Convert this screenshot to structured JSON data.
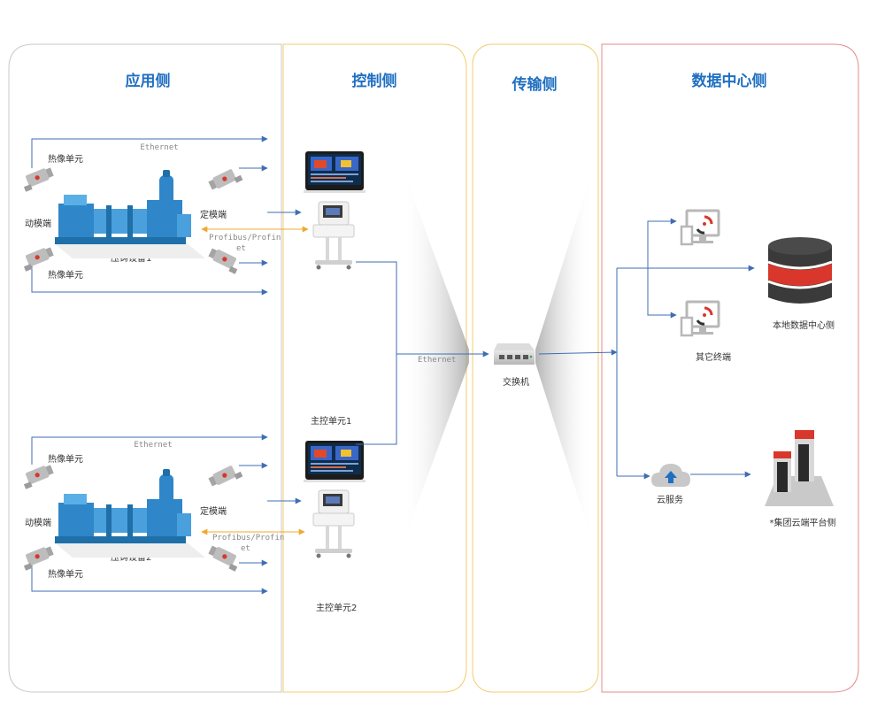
{
  "sections": {
    "app": "应用侧",
    "control": "控制侧",
    "transport": "传输侧",
    "datacenter": "数据中心侧"
  },
  "unit1": {
    "ethernet": "Ethernet",
    "thermal_top": "热像单元",
    "thermal_bottom": "热像单元",
    "moving_die": "动模端",
    "fixed_die": "定模端",
    "profibus_line1": "Profibus/Profin",
    "profibus_line2": "et",
    "machine": "压铸设备1",
    "controller": "主控单元1"
  },
  "unit2": {
    "ethernet": "Ethernet",
    "thermal_top": "热像单元",
    "thermal_bottom": "热像单元",
    "moving_die": "动模端",
    "fixed_die": "定模端",
    "profibus_line1": "Profibus/Profin",
    "profibus_line2": "et",
    "machine": "压铸设备2",
    "controller": "主控单元2"
  },
  "transport": {
    "ethernet": "Ethernet",
    "switch": "交换机"
  },
  "datacenter": {
    "other_terminals": "其它终端",
    "local_dc": "本地数据中心侧",
    "cloud_service": "云服务",
    "group_cloud": "*集团云端平台侧"
  },
  "colors": {
    "blue_line": "#3f6db3",
    "orange_line": "#f0a830",
    "title": "#1f6fc1",
    "app_border": "#c8c8c8",
    "control_border": "#f3cc6b",
    "transport_border": "#f3cc6b",
    "datacenter_border": "#e58a8a",
    "accent_red": "#d9372b",
    "machine_blue": "#2f86c9"
  },
  "icons": [
    "thermal-camera-icon",
    "die-casting-machine-icon",
    "touch-panel-icon",
    "cabinet-icon",
    "network-switch-icon",
    "monitor-terminal-icon",
    "database-icon",
    "cloud-service-icon",
    "cloud-platform-icon"
  ]
}
